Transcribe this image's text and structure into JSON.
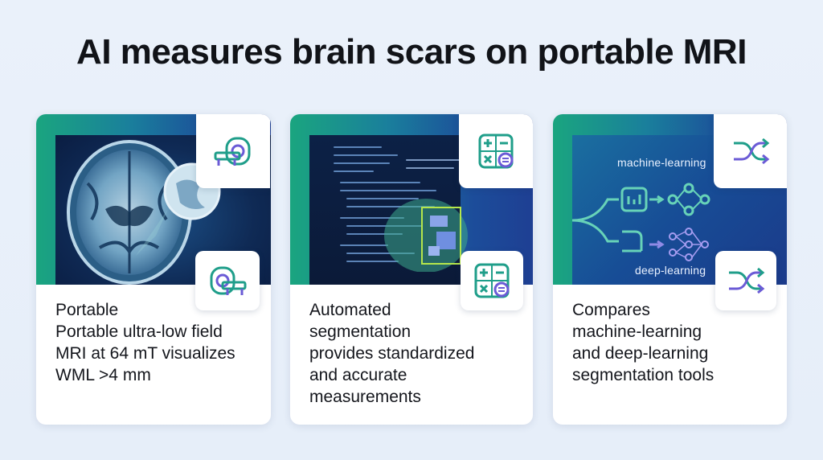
{
  "title": "AI measures brain scars on portable MRI",
  "cards": [
    {
      "heading": "Portable",
      "text_lines": [
        "Portable ultra-low field",
        "MRI at 64 mT visualizes",
        "WML >4 mm"
      ],
      "icons": [
        "mri-scanner-icon",
        "mri-scanner-icon"
      ]
    },
    {
      "text_lines": [
        "Automated",
        "segmentation",
        "provides standardized",
        "and accurate",
        "measurements"
      ],
      "icons": [
        "calculator-icon",
        "calculator-icon"
      ]
    },
    {
      "text_lines": [
        "Compares",
        "machine-learning",
        "and deep-learning",
        "segmentation tools"
      ],
      "labels": {
        "top": "machine-learning",
        "bottom": "deep-learning"
      },
      "icons": [
        "shuffle-icon",
        "shuffle-icon"
      ]
    }
  ],
  "colors": {
    "accent_teal": "#1aa57f",
    "accent_blue": "#1e3f93",
    "icon_teal": "#1f9e8a",
    "icon_purple": "#6b5bd6"
  }
}
